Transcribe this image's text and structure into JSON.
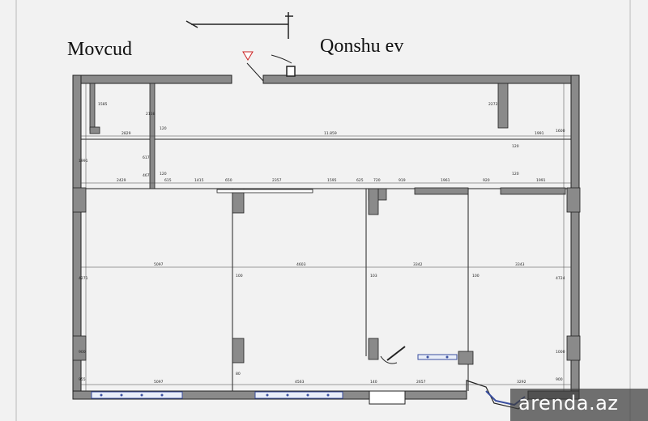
{
  "labels": {
    "left": "Movcud",
    "right": "Qonshu ev"
  },
  "watermark": "arenda.az",
  "colors": {
    "wall": "#8a8a8a",
    "line": "#222222",
    "window": "#3a4fa0"
  },
  "dimensions": {
    "top_room": [
      "1585",
      "2138",
      "2829",
      "11.859",
      "1991",
      "2272",
      "1600",
      "120",
      "120"
    ],
    "corridor": [
      "2429",
      "615",
      "1415",
      "650",
      "2357",
      "1595",
      "625",
      "720",
      "919",
      "1961",
      "920",
      "1991",
      "617",
      "467",
      "120",
      "120",
      "1991"
    ],
    "middle": [
      "5097",
      "4603",
      "3342",
      "3343",
      "4271",
      "4724",
      "100",
      "103",
      "100"
    ],
    "bottom": [
      "5097",
      "4563",
      "2657",
      "3292",
      "900",
      "1000",
      "80",
      "140",
      "955",
      "900"
    ]
  }
}
